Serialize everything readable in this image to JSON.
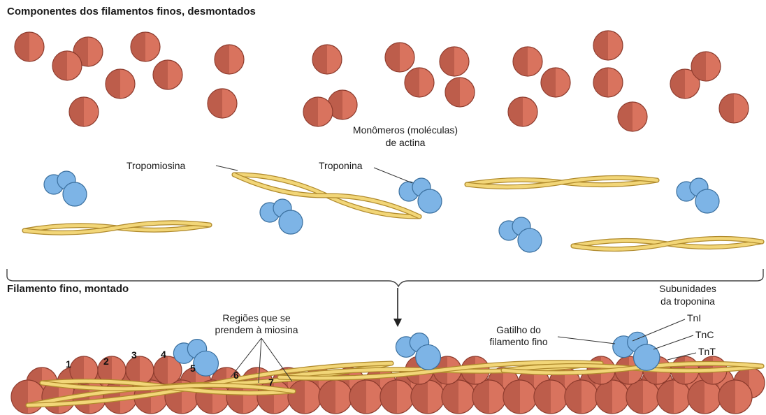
{
  "title_disassembled": "Componentes dos filamentos finos, desmontados",
  "title_assembled": "Filamento fino, montado",
  "labels": {
    "actin_monomers_line1": "Monômeros (moléculas)",
    "actin_monomers_line2": "de actina",
    "tropomyosin": "Tropomiosina",
    "troponin": "Troponina",
    "myosin_binding_line1": "Regiões que se",
    "myosin_binding_line2": "prendem à miosina",
    "trigger_line1": "Gatilho do",
    "trigger_line2": "filamento fino",
    "subunits_line1": "Subunidades",
    "subunits_line2": "da troponina",
    "tni": "TnI",
    "tnc": "TnC",
    "tnt": "TnT"
  },
  "site_numbers": [
    "1",
    "2",
    "3",
    "4",
    "5",
    "6",
    "7"
  ],
  "colors": {
    "actin": "#d9735e",
    "actin_dark": "#a54a3c",
    "actin_outline": "#8b3a2c",
    "troponin": "#7db4e6",
    "troponin_outline": "#3a6f9e",
    "tropomyosin": "#f2d678",
    "tropomyosin_outline": "#b08a2c"
  }
}
